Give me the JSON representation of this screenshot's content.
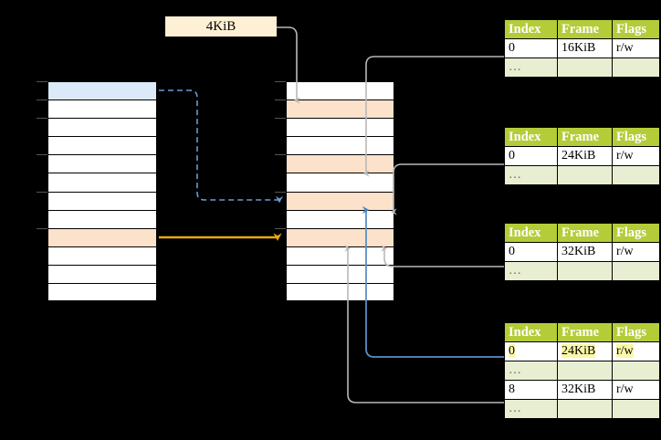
{
  "diagram": {
    "title_tag": {
      "label": "4KiB"
    },
    "colors": {
      "header_green": "#b5cc39",
      "row_alt_green": "#e8eed2",
      "highlight_yellow": "#fcf7a8",
      "blue_row": "#dce9f9",
      "peach_row": "#fde2cb",
      "tag_bg": "#fdf0d5",
      "orange_arrow": "#e8a80c",
      "blue_arrow": "#5b8fc9",
      "gray_arrow": "#b8b8b8",
      "background": "#000000"
    },
    "left_stack": {
      "name": "virtual-address-space",
      "row_count": 12,
      "rows": [
        {
          "fill": "blue"
        },
        {
          "fill": "white"
        },
        {
          "fill": "white"
        },
        {
          "fill": "white"
        },
        {
          "fill": "white"
        },
        {
          "fill": "white"
        },
        {
          "fill": "white"
        },
        {
          "fill": "white"
        },
        {
          "fill": "peach"
        },
        {
          "fill": "white"
        },
        {
          "fill": "white"
        },
        {
          "fill": "white"
        }
      ]
    },
    "middle_stack": {
      "name": "physical-memory",
      "row_count": 12,
      "rows": [
        {
          "fill": "white"
        },
        {
          "fill": "peach"
        },
        {
          "fill": "white"
        },
        {
          "fill": "white"
        },
        {
          "fill": "peach"
        },
        {
          "fill": "white"
        },
        {
          "fill": "peach"
        },
        {
          "fill": "white"
        },
        {
          "fill": "peach"
        },
        {
          "fill": "white"
        },
        {
          "fill": "white"
        },
        {
          "fill": "white"
        }
      ]
    },
    "tables": [
      {
        "name": "page-table-level-1",
        "headers": [
          "Index",
          "Frame",
          "Flags"
        ],
        "rows": [
          {
            "cells": [
              "0",
              "16KiB",
              "r/w"
            ],
            "style": "plain",
            "highlight": [
              false,
              false,
              false
            ]
          },
          {
            "cells": [
              "…",
              "",
              ""
            ],
            "style": "ellipsis",
            "highlight": [
              false,
              false,
              false
            ]
          }
        ]
      },
      {
        "name": "page-table-level-2",
        "headers": [
          "Index",
          "Frame",
          "Flags"
        ],
        "rows": [
          {
            "cells": [
              "0",
              "24KiB",
              "r/w"
            ],
            "style": "plain",
            "highlight": [
              false,
              false,
              false
            ]
          },
          {
            "cells": [
              "…",
              "",
              ""
            ],
            "style": "ellipsis",
            "highlight": [
              false,
              false,
              false
            ]
          }
        ]
      },
      {
        "name": "page-table-level-3",
        "headers": [
          "Index",
          "Frame",
          "Flags"
        ],
        "rows": [
          {
            "cells": [
              "0",
              "32KiB",
              "r/w"
            ],
            "style": "plain",
            "highlight": [
              false,
              false,
              false
            ]
          },
          {
            "cells": [
              "…",
              "",
              ""
            ],
            "style": "ellipsis",
            "highlight": [
              false,
              false,
              false
            ]
          }
        ]
      },
      {
        "name": "page-table-level-4",
        "headers": [
          "Index",
          "Frame",
          "Flags"
        ],
        "rows": [
          {
            "cells": [
              "0",
              "24KiB",
              "r/w"
            ],
            "style": "plain",
            "highlight": [
              true,
              true,
              true
            ]
          },
          {
            "cells": [
              "…",
              "",
              ""
            ],
            "style": "ellipsis",
            "highlight": [
              false,
              false,
              false
            ]
          },
          {
            "cells": [
              "8",
              "32KiB",
              "r/w"
            ],
            "style": "plain",
            "highlight": [
              false,
              false,
              false
            ]
          },
          {
            "cells": [
              "…",
              "",
              ""
            ],
            "style": "ellipsis",
            "highlight": [
              false,
              false,
              false
            ]
          }
        ]
      }
    ]
  }
}
